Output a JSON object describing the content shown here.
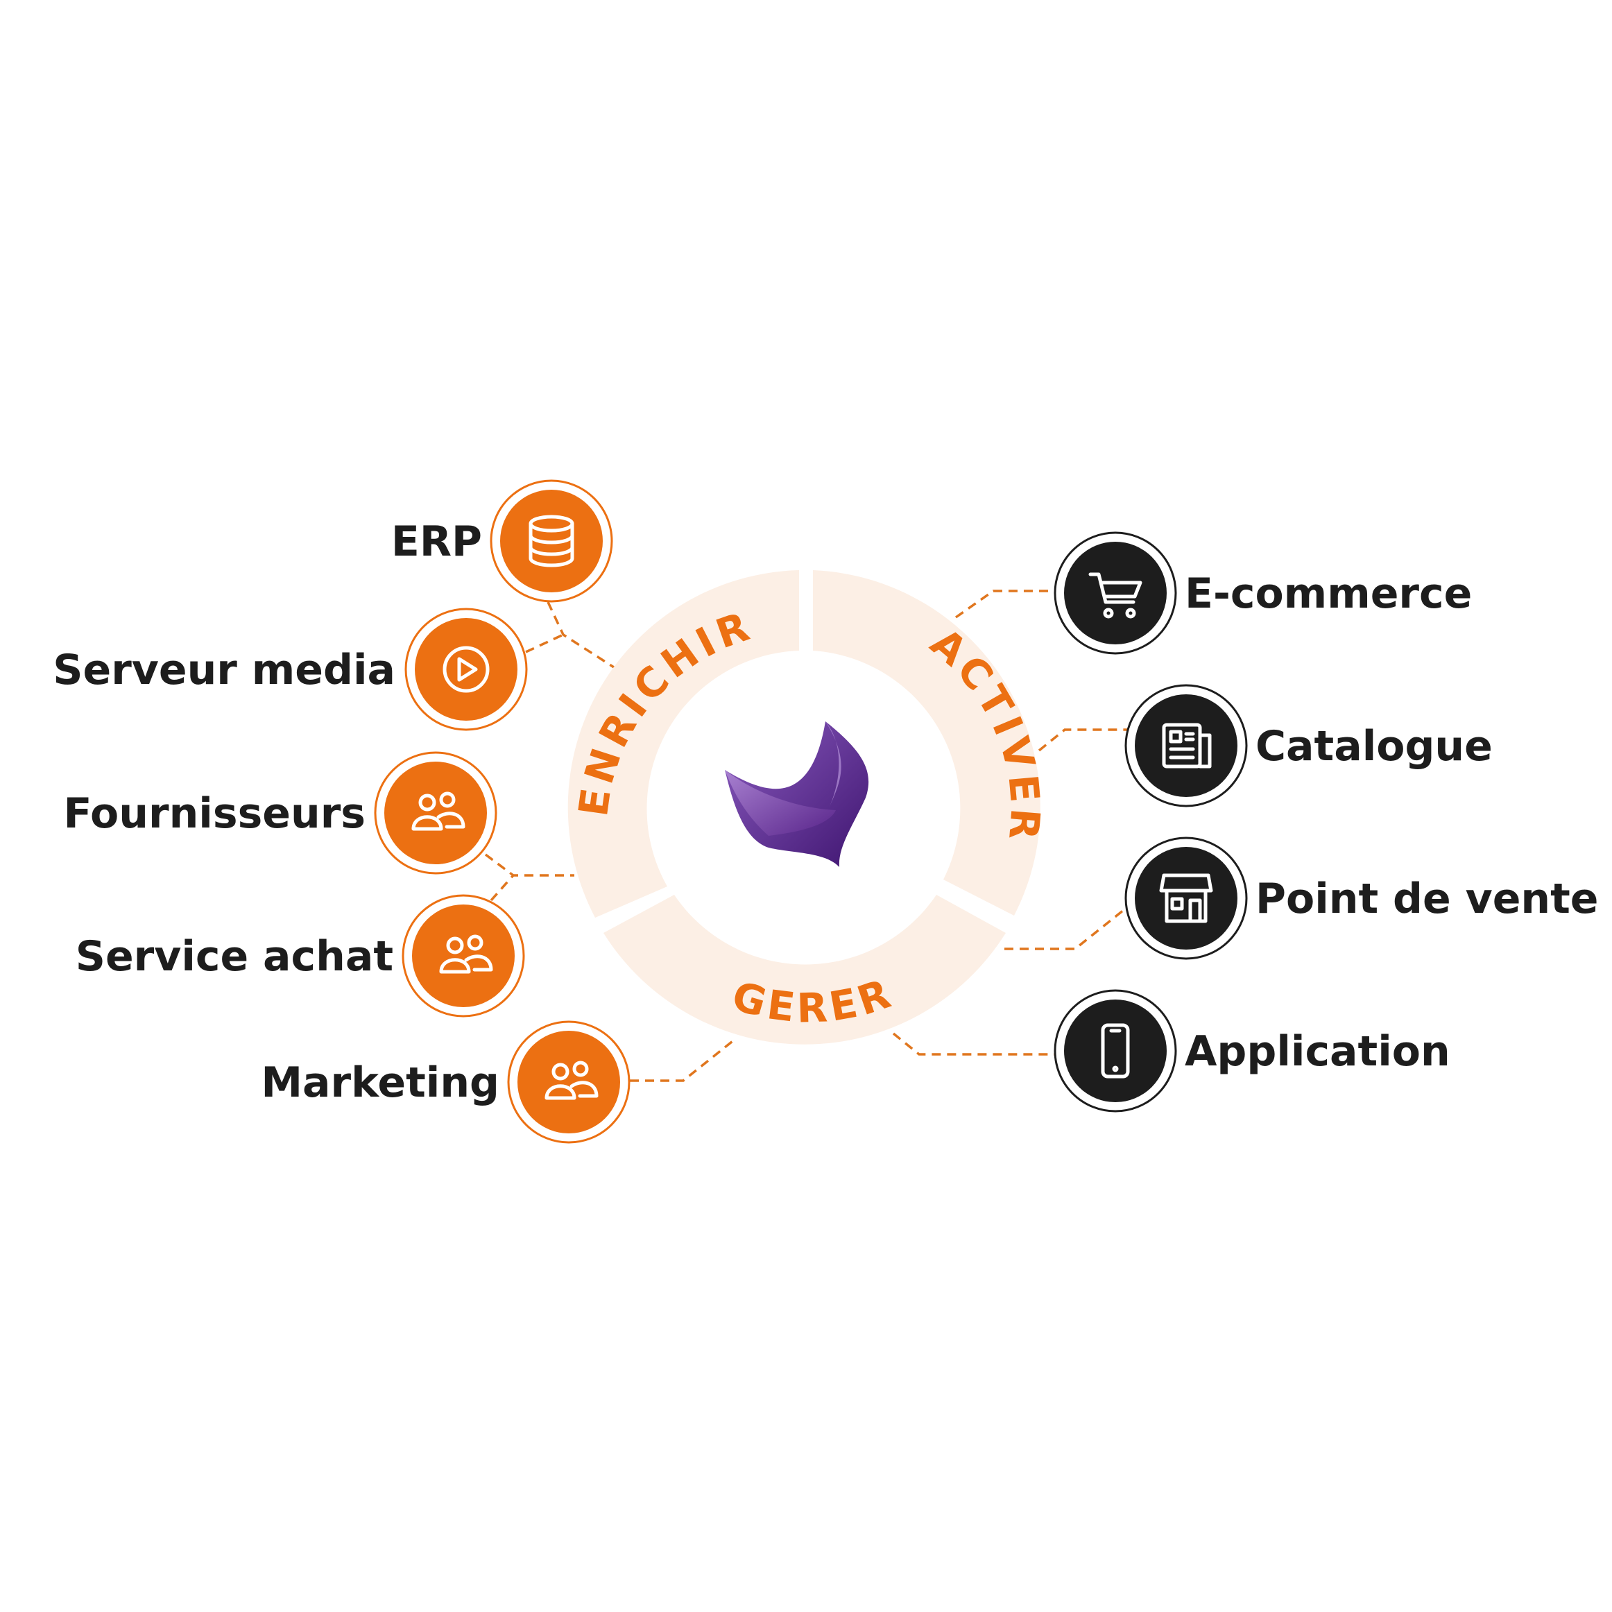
{
  "colors": {
    "orange": "#ec7012",
    "ring": "#fcefe5",
    "dark": "#1d1d1d",
    "purple": "#5e2b8f",
    "line": "#e0761e"
  },
  "ring_labels": {
    "enrichir": "ENRICHIR",
    "activer": "ACTIVER",
    "gerer": "GERER"
  },
  "sources": [
    {
      "label": "ERP",
      "icon": "database-icon"
    },
    {
      "label": "Serveur media",
      "icon": "play-icon"
    },
    {
      "label": "Fournisseurs",
      "icon": "users-icon"
    },
    {
      "label": "Service achat",
      "icon": "users-icon"
    },
    {
      "label": "Marketing",
      "icon": "users-icon"
    }
  ],
  "channels": [
    {
      "label": "E-commerce",
      "icon": "cart-icon"
    },
    {
      "label": "Catalogue",
      "icon": "newspaper-icon"
    },
    {
      "label": "Point de vente",
      "icon": "store-icon"
    },
    {
      "label": "Application",
      "icon": "smartphone-icon"
    }
  ]
}
